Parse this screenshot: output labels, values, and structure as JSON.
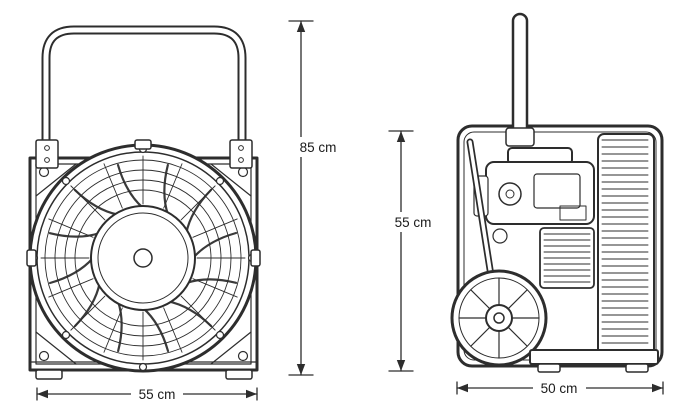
{
  "page": {
    "background": "#ffffff",
    "line_color": "#2d2d2d"
  },
  "diagram": {
    "type": "technical-line-drawing",
    "subject": "portable ventilation fan shown in front and side orthographic views with overall dimensions",
    "dimensions": {
      "front_height": "85 cm",
      "front_width": "55 cm",
      "side_height": "55 cm",
      "side_width": "50 cm"
    }
  }
}
